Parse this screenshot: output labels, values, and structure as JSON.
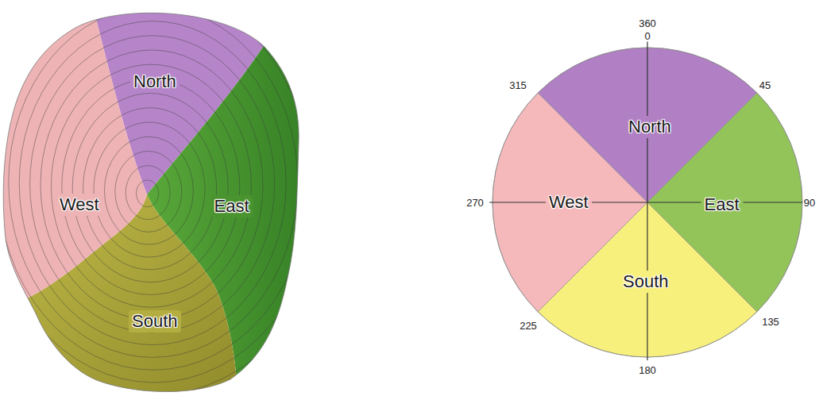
{
  "diagram": {
    "nodes": [
      {
        "text": [
          "North"
        ]
      },
      {
        "text": [
          "West"
        ]
      },
      {
        "text": [
          "East"
        ]
      },
      {
        "text": [
          "South"
        ]
      },
      {
        "text": [
          "North"
        ]
      },
      {
        "text": [
          "West"
        ]
      },
      {
        "text": [
          "East"
        ]
      },
      {
        "text": [
          "South"
        ]
      }
    ],
    "labels": [
      "360",
      "0",
      "315",
      "45",
      "270",
      "90",
      "225",
      "135",
      "180"
    ]
  }
}
